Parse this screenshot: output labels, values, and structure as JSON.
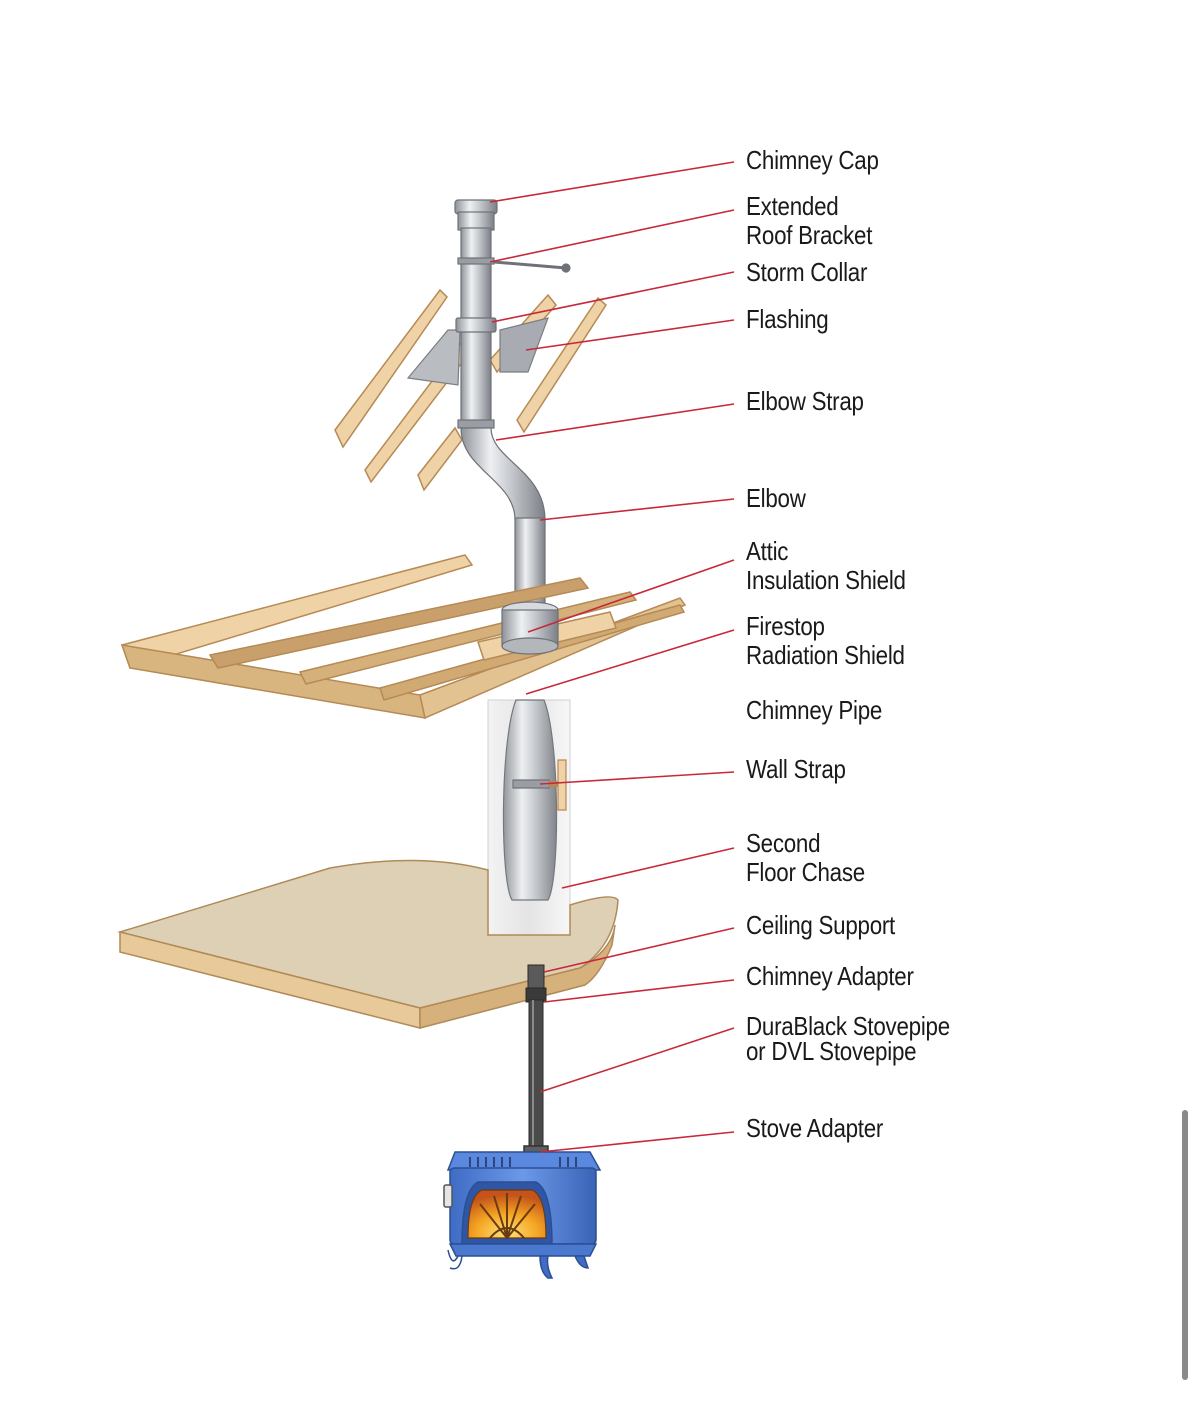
{
  "labels": {
    "chimney_cap": [
      "Chimney Cap"
    ],
    "roof_bracket": [
      "Extended",
      "Roof Bracket"
    ],
    "storm_collar": [
      "Storm Collar"
    ],
    "flashing": [
      "Flashing"
    ],
    "elbow_strap": [
      "Elbow Strap"
    ],
    "elbow": [
      "Elbow"
    ],
    "attic_shield": [
      "Attic",
      "Insulation Shield"
    ],
    "firestop": [
      "Firestop",
      "Radiation Shield"
    ],
    "chimney_pipe": [
      "Chimney Pipe"
    ],
    "wall_strap": [
      "Wall Strap"
    ],
    "floor_chase": [
      "Second",
      "Floor Chase"
    ],
    "ceiling_support": [
      "Ceiling Support"
    ],
    "chimney_adapter": [
      "Chimney Adapter"
    ],
    "stovepipe": [
      "DuraBlack Stovepipe",
      "or DVL Stovepipe"
    ],
    "stove_adapter": [
      "Stove Adapter"
    ]
  },
  "colors": {
    "leader_line": "#c8283a",
    "wood_light": "#efd2a6",
    "wood_dark": "#c9a06b",
    "floor_top": "#dcc396",
    "pipe": "#c9ccd1",
    "stovepipe": "#4a4a4a",
    "stove_blue": "#4f7fd6",
    "fire": "#f2a21a"
  }
}
